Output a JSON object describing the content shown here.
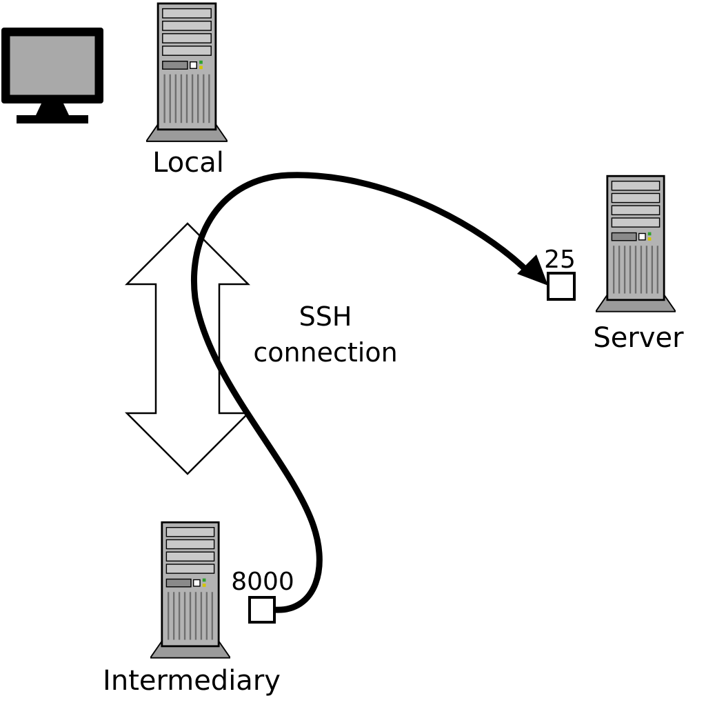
{
  "diagram": {
    "nodes": {
      "local": {
        "label": "Local",
        "icon": "tower-computer-icon"
      },
      "server": {
        "label": "Server",
        "port": "25",
        "icon": "tower-computer-icon"
      },
      "intermediary": {
        "label": "Intermediary",
        "port": "8000",
        "icon": "tower-computer-icon"
      },
      "workstation_monitor": {
        "icon": "monitor-icon"
      }
    },
    "connections": {
      "ssh": {
        "label_line1": "SSH",
        "label_line2": "connection",
        "from": "Local",
        "to": "Intermediary",
        "style": "double-headed-outline-arrow"
      },
      "tunnel": {
        "from": "Intermediary:8000",
        "to": "Server:25",
        "style": "thick-curved-black-arrow"
      }
    },
    "colors": {
      "background": "#ffffff",
      "tower_body": "#b3b3b3",
      "tower_slot": "#c9c9c9",
      "tower_base": "#9b9b9b",
      "monitor_screen": "#a9a9a9",
      "led_green": "#2fa12f",
      "led_yellow": "#d4c500",
      "line": "#000000"
    }
  }
}
